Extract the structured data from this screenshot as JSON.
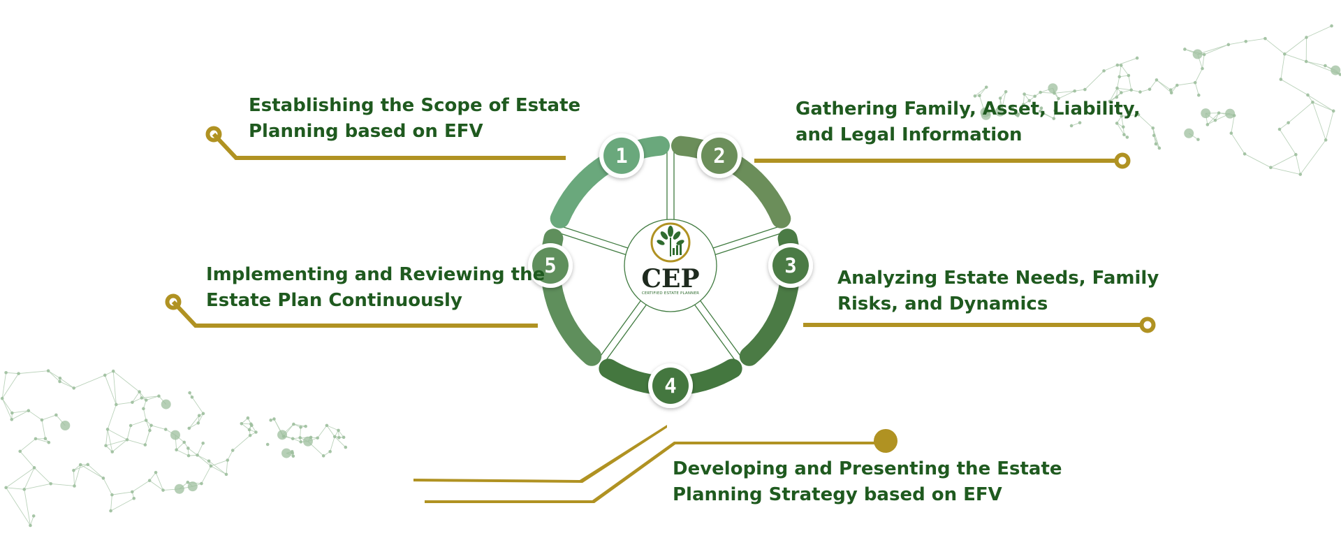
{
  "colors": {
    "accent_gold": "#b09222",
    "text_green": "#1f5a1f",
    "network": "#9dbf9d"
  },
  "center": {
    "logo_text": "CEP",
    "logo_subtext": "CERTIFIED ESTATE PLANNER",
    "logo_icon": "tree-growth-icon"
  },
  "steps": [
    {
      "number": "1",
      "line1": "Establishing the Scope of Estate",
      "line2": "Planning based on EFV",
      "color": "#6aa87c"
    },
    {
      "number": "2",
      "line1": "Gathering Family, Asset, Liability,",
      "line2": "and Legal Information",
      "color": "#6b8e5a"
    },
    {
      "number": "3",
      "line1": "Analyzing Estate Needs, Family",
      "line2": "Risks, and Dynamics",
      "color": "#4b7b45"
    },
    {
      "number": "4",
      "line1": "Developing and Presenting the Estate",
      "line2": "Planning Strategy based on EFV",
      "color": "#44773f"
    },
    {
      "number": "5",
      "line1": "Implementing and Reviewing the",
      "line2": "Estate Plan Continuously",
      "color": "#5f8f5c"
    }
  ]
}
